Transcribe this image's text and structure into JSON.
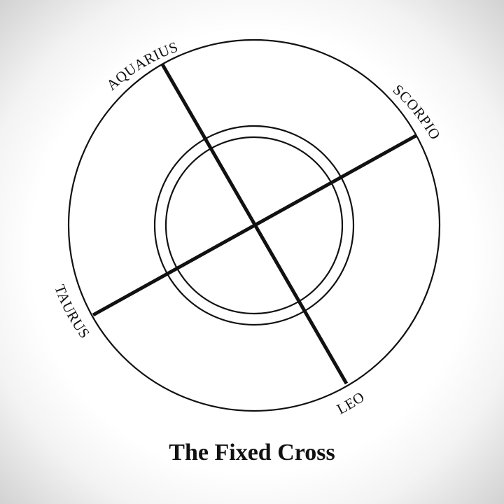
{
  "title": "The Fixed Cross",
  "signs": {
    "aquarius": "AQUARIUS",
    "scorpio": "SCORPIO",
    "taurus": "TAURUS",
    "leo": "LEO"
  },
  "colors": {
    "ink": "#111111",
    "paper": "#ffffff"
  }
}
